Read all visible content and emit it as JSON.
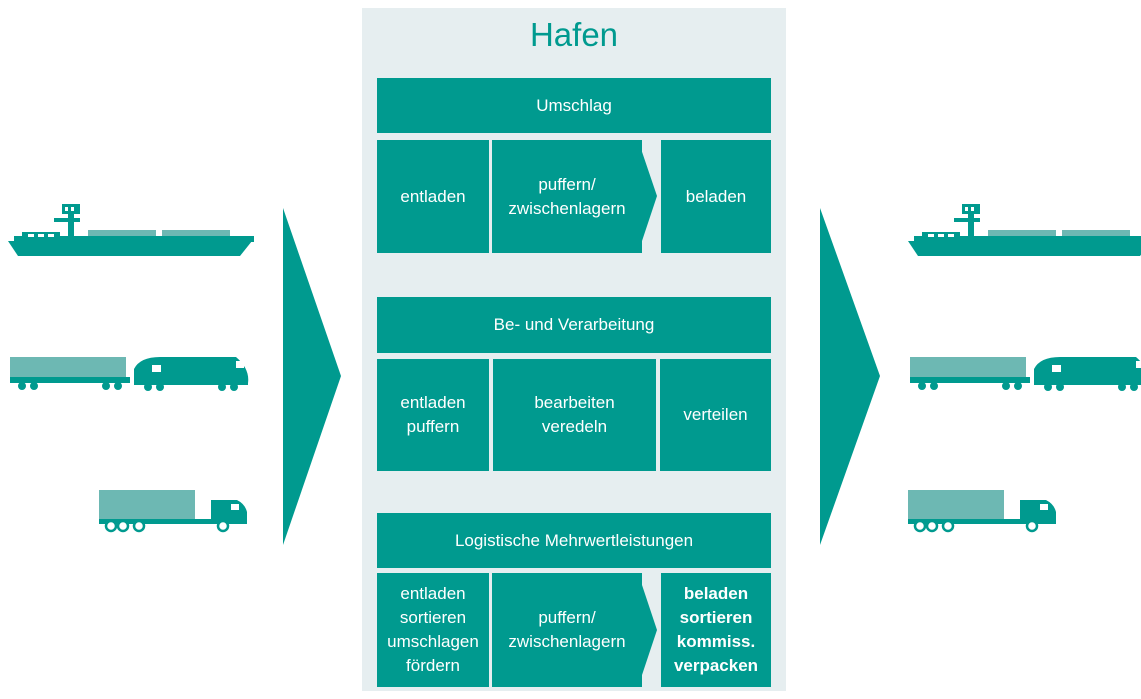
{
  "title": "Hafen",
  "sections": [
    {
      "header": "Umschlag",
      "cells": [
        "entladen",
        "puffern/\nzwischenlagern",
        "beladen"
      ]
    },
    {
      "header": "Be- und Verarbeitung",
      "cells": [
        "entladen\npuffern",
        "bearbeiten\nveredeln",
        "verteilen"
      ]
    },
    {
      "header": "Logistische Mehrwertleistungen",
      "cells": [
        "entladen\nsortieren\numschlagen\nfördern",
        "puffern/\nzwischenlagern",
        "beladen\nsortieren\nkommiss.\nverpacken"
      ]
    }
  ],
  "colors": {
    "teal": "#009a8f",
    "light_teal": "#6db8b3",
    "panel": "#e6eef0"
  },
  "icons": [
    "ship-icon",
    "train-icon",
    "truck-icon"
  ]
}
